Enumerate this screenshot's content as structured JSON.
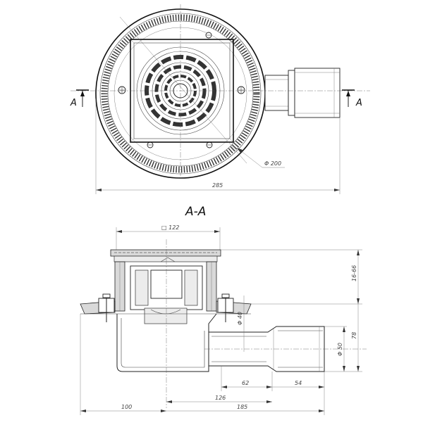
{
  "top_view": {
    "section_marker_left": "A",
    "section_marker_right": "A",
    "dim_diameter": "Φ 200",
    "dim_width": "285"
  },
  "section_view": {
    "title": "A-A",
    "dim_grate": "□ 122",
    "dim_height_adjust": "16-66",
    "dim_height": "78",
    "dim_inner_d40": "Φ 40",
    "dim_outlet_d50": "Φ 50",
    "dim_62": "62",
    "dim_54": "54",
    "dim_126": "126",
    "dim_100": "100",
    "dim_185": "185"
  }
}
